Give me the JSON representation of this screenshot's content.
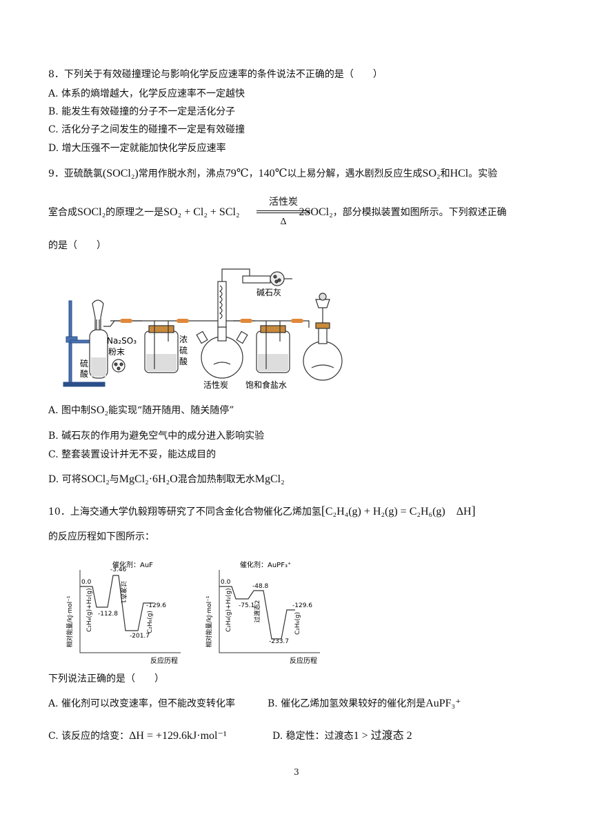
{
  "q8": {
    "stem": "8．下列关于有效碰撞理论与影响化学反应速率的条件说法不正确的是（　　）",
    "A": "A. 体系的熵增越大，化学反应速率不一定越快",
    "B": "B. 能发生有效碰撞的分子不一定是活化分子",
    "C": "C. 活化分子之间发生的碰撞不一定是有效碰撞",
    "D": "D. 增大压强不一定就能加快化学反应速率"
  },
  "q9": {
    "stem_p1": "9．亚硫酰氯",
    "stem_p2": "常用作脱水剂，沸点",
    "bp": "79℃",
    "stem_p3": "，",
    "dt": "140℃",
    "stem_p4": "以上易分解，遇水剧烈反应生成",
    "stem_p5": "和",
    "hcl": "HCl",
    "stem_p6": "。实验",
    "line2_p1": "室合成",
    "line2_p2": "的原理之一是",
    "eq_left": "SO₂ + Cl₂ + SCl₂",
    "eq_above": "活性炭",
    "eq_below": "Δ",
    "eq_right": "2SOCl₂",
    "line2_p3": "，部分模拟装置如图所示。下列叙述正确",
    "line3": "的是（　　）",
    "apparatus_labels": {
      "na2so3": "Na₂SO₃",
      "powder": "粉末",
      "acid1": "硫",
      "acid2": "酸",
      "conc1": "浓",
      "conc2": "硫",
      "conc3": "酸",
      "carbon": "活性炭",
      "brine": "饱和食盐水",
      "sodalime": "碱石灰"
    },
    "A_p1": "A. 图中制",
    "A_p2": "能实现“随开随用、随关随停”",
    "B": "B. 碱石灰的作用为避免空气中的成分进入影响实验",
    "C": "C. 整套装置设计并无不妥，能达成目的",
    "D_p1": "D. 可将",
    "D_p2": "与",
    "D_p3": "混合加热制取无水"
  },
  "q10": {
    "stem_p1": "10．上海交通大学仇毅翔等研究了不同含金化合物催化乙烯加氢",
    "stem_eq": "C₂H₄(g) + H₂(g) = C₂H₆(g)　ΔH",
    "line2": "的反应历程如下图所示：",
    "chart1": {
      "catalyst": "催化剂：AuF",
      "ylabel": "相对能量/kJ·mol⁻¹",
      "xlabel": "反应历程",
      "start_label": "0.0",
      "reactant": "C₂H₄(g)+H₂(g)",
      "v1": "-112.8",
      "v2": "-3.46",
      "ts": "过渡态1",
      "v3": "-201.7",
      "v4": "-129.6",
      "product": "C₂H₆(g)"
    },
    "chart2": {
      "catalyst": "催化剂：AuPF₃⁺",
      "ylabel": "相对能量/kJ·mol⁻¹",
      "xlabel": "反应历程",
      "start_label": "0.0",
      "reactant": "C₂H₄(g)+H₂(g)",
      "v1": "-75.1",
      "v2": "-48.8",
      "ts": "过渡态2",
      "v3": "-233.7",
      "v4": "-129.6",
      "product": "C₂H₆(g)"
    },
    "ask": "下列说法正确的是（　　）",
    "A": "A. 催化剂可以改变速率，但不能改变转化率",
    "B_p1": "B. 催化乙烯加氢效果较好的催化剂是",
    "C_p1": "C. 该反应的焓变：",
    "C_eq": "ΔH = +129.6kJ·mol⁻¹",
    "D_p1": "D. 稳定性：过渡态",
    "D_p2": "1 > 过渡态 2"
  },
  "formulas": {
    "socl2": "SOCl₂",
    "so2": "SO₂",
    "mgcl2_6h2o": "MgCl₂·6H₂O",
    "mgcl2": "MgCl₂",
    "aupf3": "AuPF₃⁺"
  },
  "page_number": "3"
}
